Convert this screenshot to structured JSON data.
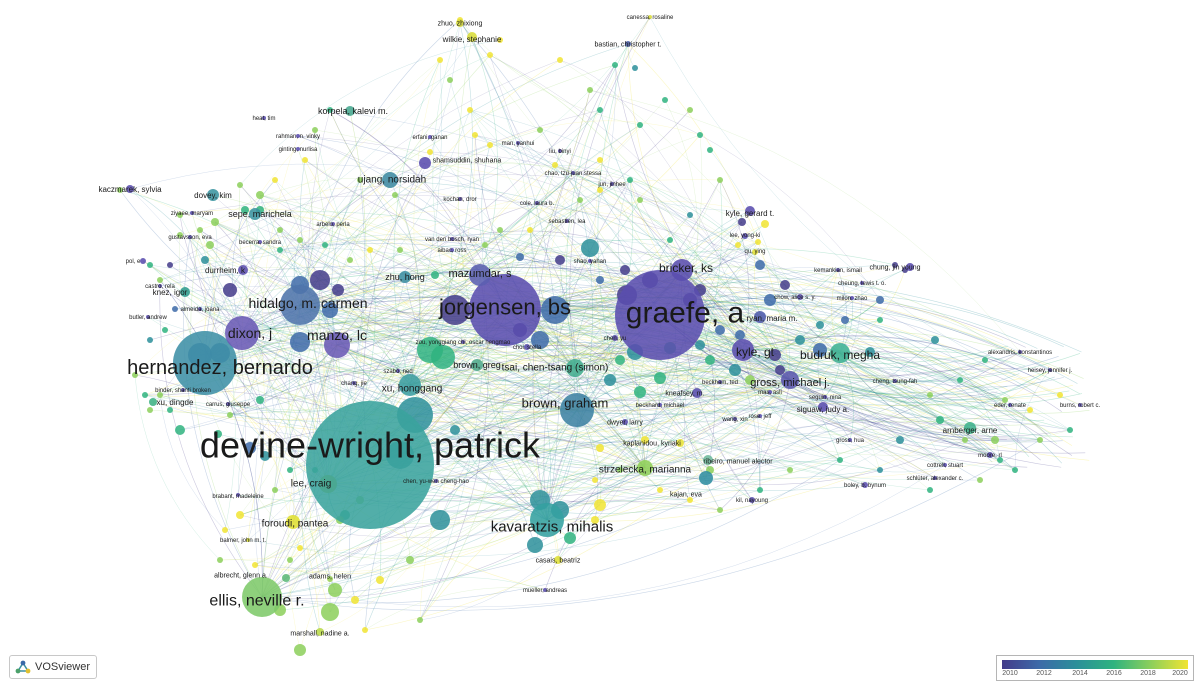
{
  "app": {
    "brand": "VOSviewer",
    "brand_icon": "vosviewer-logo-icon"
  },
  "legend": {
    "ticks": [
      "2010",
      "2012",
      "2014",
      "2016",
      "2018",
      "2020"
    ],
    "colors": [
      "#433b8a",
      "#3d6aa8",
      "#2b8f9a",
      "#2fb37f",
      "#8ccf5b",
      "#f1e432"
    ]
  },
  "nodes": [
    {
      "label": "devine-wright, patrick",
      "color": "#3aa39d"
    },
    {
      "label": "graefe, a",
      "color": "#5a4dae"
    },
    {
      "label": "jorgensen, bs",
      "color": "#5a4dae"
    },
    {
      "label": "hernandez, bernardo",
      "color": "#3d8fa6"
    },
    {
      "label": "hidalgo, m. carmen",
      "color": "#4f74ab"
    },
    {
      "label": "manzo, lc",
      "color": "#6a5ab5"
    },
    {
      "label": "dixon, j",
      "color": "#6a5ab5"
    },
    {
      "label": "kavaratzis, mihalis",
      "color": "#34a0a0"
    },
    {
      "label": "ellis, neville r.",
      "color": "#7ec96a"
    },
    {
      "label": "brown, graham",
      "color": "#3d82a3"
    },
    {
      "label": "bricker, ks",
      "color": "#5a4dae"
    },
    {
      "label": "mazumdar, s",
      "color": "#5b5fb0"
    },
    {
      "label": "kyle, gt",
      "color": "#5a4dae"
    },
    {
      "label": "budruk, megha",
      "color": "#3cb093"
    },
    {
      "label": "gross, michael j.",
      "color": "#5a56ad"
    },
    {
      "label": "tsai, chen-tsang (simon)",
      "color": "#42ad8e"
    },
    {
      "label": "xu, honggang",
      "color": "#3a9da0"
    },
    {
      "label": "strzelecka, marianna",
      "color": "#8fcf58"
    },
    {
      "label": "lee, craig",
      "color": "#4aa78f"
    },
    {
      "label": "foroudi, pantea",
      "color": "#e0e032"
    },
    {
      "label": "ujang, norsidah",
      "color": "#3d8aa2"
    },
    {
      "label": "korpela, kalevi m.",
      "color": "#45a790"
    },
    {
      "label": "sepe, marichela",
      "color": "#3a94a0"
    },
    {
      "label": "dovey, kim",
      "color": "#3a94a0"
    },
    {
      "label": "kaczmarek, sylvia",
      "color": "#5a4dae"
    },
    {
      "label": "wilkie, stephanie",
      "color": "#d9dd3a"
    },
    {
      "label": "zhuo, zhixiong",
      "color": "#d8dc3c"
    },
    {
      "label": "bastian, christopher t.",
      "color": "#4c60a8"
    },
    {
      "label": "canessa, rosaline",
      "color": "#d8dc3c"
    },
    {
      "label": "zhu, hong",
      "color": "#3c8ea3"
    },
    {
      "label": "brown, greg",
      "color": "#4fa98c"
    },
    {
      "label": "durrheim, k",
      "color": "#5a4dae"
    },
    {
      "label": "knez, igor",
      "color": "#2d9b8d"
    },
    {
      "label": "xu, dingde",
      "color": "#3fb284"
    },
    {
      "label": "siguaw, judy a.",
      "color": "#5a4dae"
    },
    {
      "label": "arnberger, arne",
      "color": "#3db08b"
    },
    {
      "label": "kyle, gerard t.",
      "color": "#5a4dae"
    },
    {
      "label": "chung, jin young",
      "color": "#5a4dae"
    },
    {
      "label": "ryan, maria m.",
      "color": "#4d5aaa"
    },
    {
      "label": "kaplanidou, kyriaki",
      "color": "#e8e236"
    },
    {
      "label": "dwyer, larry",
      "color": "#5a4dae"
    },
    {
      "label": "kneafsey, m.",
      "color": "#5a4dae"
    },
    {
      "label": "ribeiro, manuel alector",
      "color": "#6eba9c"
    },
    {
      "label": "kajan, eva",
      "color": "#2f8da0"
    },
    {
      "label": "casais, beatriz",
      "color": "#dfe036"
    },
    {
      "label": "albrecht, glenn a.",
      "color": "#5cb878"
    },
    {
      "label": "adams, helen",
      "color": "#9dd255"
    },
    {
      "label": "marshall, nadine a.",
      "color": "#b9d94a"
    },
    {
      "label": "brabant, madeleine",
      "color": "#5a4dae"
    },
    {
      "label": "balmer, john m. t.",
      "color": "#d9dd3a"
    },
    {
      "label": "shamsuddin, shuhana",
      "color": "#5a4dae"
    },
    {
      "label": "moore, rl",
      "color": "#5a4dae"
    },
    {
      "label": "cottrell, stuart",
      "color": "#5a4dae"
    },
    {
      "label": "boley, b. bynum",
      "color": "#5a4dae"
    },
    {
      "label": "mueller, andreas",
      "color": "#5a4dae"
    },
    {
      "label": "cheng, tsung-fah",
      "color": "#5a4dae"
    },
    {
      "label": "burns, robert c.",
      "color": "#5a4dae"
    },
    {
      "label": "heisey, jennifer j.",
      "color": "#5a4dae"
    },
    {
      "label": "alexandris, konstantinos",
      "color": "#5a4dae"
    },
    {
      "label": "chow, alice s. y.",
      "color": "#5a4dae"
    },
    {
      "label": "qu, ying",
      "color": "#e4e238"
    },
    {
      "label": "lee, yong-ki",
      "color": "#5a4dae"
    },
    {
      "label": "kil, nayoung",
      "color": "#5a4dae"
    },
    {
      "label": "gross, hua",
      "color": "#5a4dae"
    },
    {
      "label": "rose, jeff",
      "color": "#5a4dae"
    },
    {
      "label": "wang, xin",
      "color": "#5a4dae"
    },
    {
      "label": "chen, yu",
      "color": "#5a4dae"
    },
    {
      "label": "choi, stella",
      "color": "#5a4dae"
    },
    {
      "label": "pol, e",
      "color": "#5a4dae"
    },
    {
      "label": "carrus, giuseppe",
      "color": "#5a4dae"
    },
    {
      "label": "butler, andrew",
      "color": "#5a4dae"
    },
    {
      "label": "gustavsson, eva",
      "color": "#5a4dae"
    },
    {
      "label": "ziyaee, maryam",
      "color": "#5a4dae"
    },
    {
      "label": "becerra, sandra",
      "color": "#5a4dae"
    },
    {
      "label": "arbelo, perla",
      "color": "#5a4dae"
    },
    {
      "label": "van den bosch, ryan",
      "color": "#5a4dae"
    },
    {
      "label": "aibac, ross",
      "color": "#5a4dae"
    },
    {
      "label": "chao, tzu-juan stessa",
      "color": "#5a4dae"
    },
    {
      "label": "jun, jinhee",
      "color": "#5a4dae"
    },
    {
      "label": "cole, laura b.",
      "color": "#5a4dae"
    },
    {
      "label": "sebastien, lea",
      "color": "#5a4dae"
    },
    {
      "label": "kochan, dror",
      "color": "#5a4dae"
    },
    {
      "label": "man, yanhui",
      "color": "#5a4dae"
    },
    {
      "label": "liu, binyi",
      "color": "#5a4dae"
    },
    {
      "label": "erfani, ganan",
      "color": "#5a4dae"
    },
    {
      "label": "rahman, n. vinky",
      "color": "#5a4dae"
    },
    {
      "label": "ginting, nurlisa",
      "color": "#5a4dae"
    },
    {
      "label": "heat, tim",
      "color": "#5a4dae"
    },
    {
      "label": "chang, jie",
      "color": "#5a4dae"
    },
    {
      "label": "binder, shanti broken",
      "color": "#5a4dae"
    },
    {
      "label": "almeida, joana",
      "color": "#5a4dae"
    },
    {
      "label": "szabó, ned",
      "color": "#5a4dae"
    },
    {
      "label": "castro, rela",
      "color": "#5a4dae"
    },
    {
      "label": "chen, yu-wen cheng-hao",
      "color": "#5a4dae"
    },
    {
      "label": "zou, yonggiang chi, oscar hengmao",
      "color": "#5a4dae"
    },
    {
      "label": "shao, yahan",
      "color": "#5a4dae"
    },
    {
      "label": "kemankian, ismail",
      "color": "#5a4dae"
    },
    {
      "label": "cheung, lewis t. o.",
      "color": "#5a4dae"
    },
    {
      "label": "milon, zhao",
      "color": "#5a4dae"
    },
    {
      "label": "seguin, nina",
      "color": "#5a4dae"
    },
    {
      "label": "schlüter, alexander c.",
      "color": "#5a4dae"
    },
    {
      "label": "eder, renate",
      "color": "#5a4dae"
    },
    {
      "label": "beckham, ted",
      "color": "#5a4dae"
    },
    {
      "label": "mas, asli",
      "color": "#5a4dae"
    },
    {
      "label": "beckhard, michael",
      "color": "#5a4dae"
    }
  ]
}
